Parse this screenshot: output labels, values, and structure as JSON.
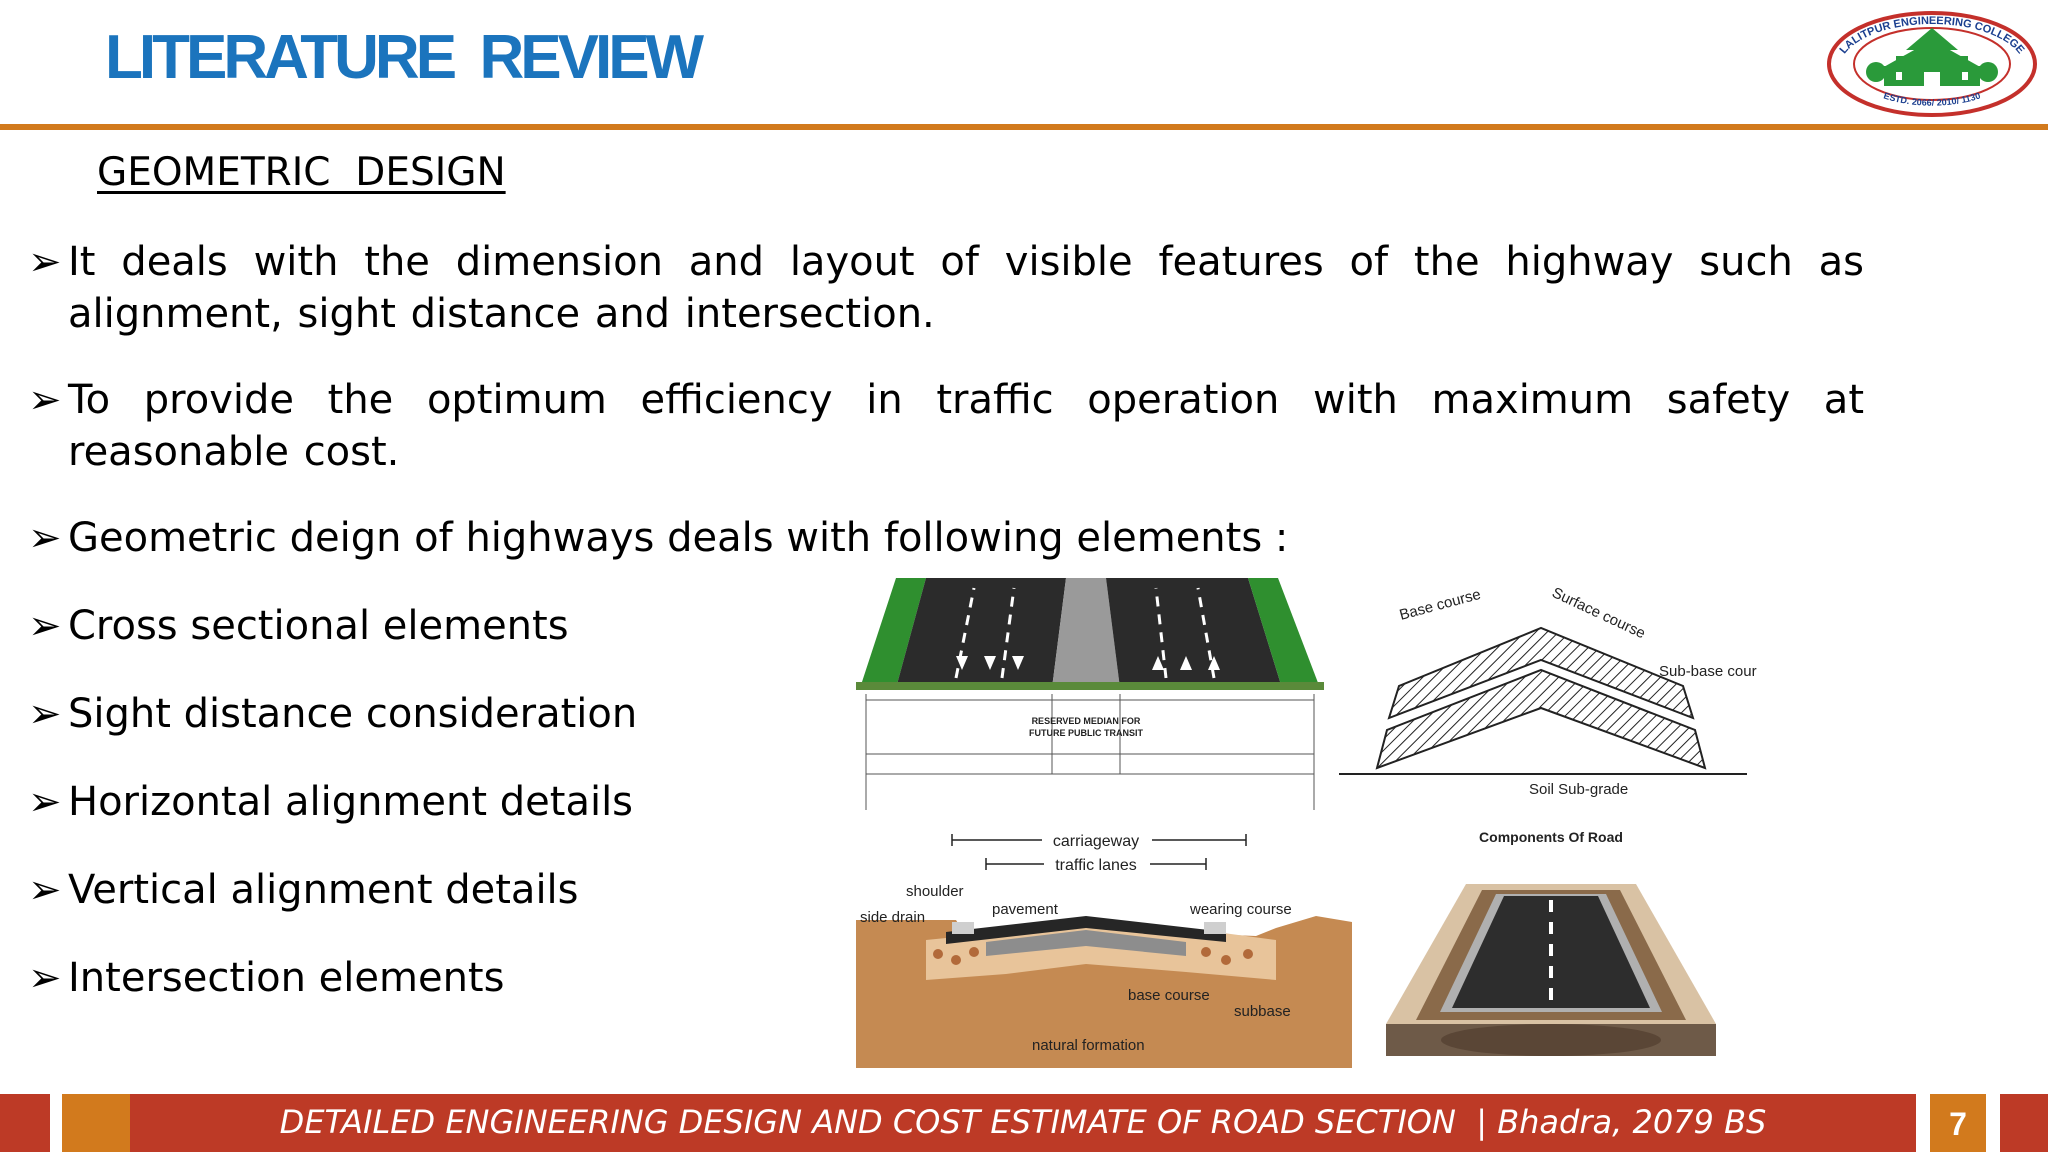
{
  "header": {
    "title": "LITERATURE  REVIEW",
    "logo": {
      "ring_text": "LALITPUR ENGINEERING COLLEGE",
      "established": "ESTD. 2066/ 2010/ 1130",
      "colors": {
        "ring": "#c4302b",
        "building": "#2a9a3a",
        "text": "#1b3f8f"
      }
    }
  },
  "section": {
    "heading": "GEOMETRIC  DESIGN",
    "bullets": [
      "It deals with the dimension and layout of visible features of the highway such as alignment, sight distance and intersection.",
      "To provide the optimum efficiency in traffic operation with maximum safety at reasonable cost.",
      "Geometric deign of highways deals with following elements  :",
      "Cross sectional elements",
      "Sight distance consideration",
      "Horizontal alignment details",
      "Vertical alignment details",
      "Intersection elements"
    ],
    "bullet_icon": "arrowhead-bullet-icon"
  },
  "figures": {
    "cross_section": {
      "labels": [
        "RESERVED MEDIAN FOR",
        "FUTURE PUBLIC TRANSIT"
      ]
    },
    "pavement_layers": {
      "labels": [
        "Base course",
        "Surface course",
        "Sub-base course",
        "Soil Sub-grade"
      ]
    },
    "road_profile": {
      "labels": [
        "carriageway",
        "traffic lanes",
        "shoulder",
        "side drain",
        "pavement",
        "wearing course",
        "base course",
        "subbase",
        "natural formation"
      ]
    },
    "components": {
      "title": "Components Of Road"
    }
  },
  "footer": {
    "text": "DETAILED ENGINEERING DESIGN AND COST ESTIMATE OF ROAD SECTION  | Bhadra, 2079 BS",
    "page_number": "7",
    "colors": {
      "red": "#bd3a26",
      "orange": "#d27a1d"
    }
  },
  "colors": {
    "title": "#1b74bd",
    "rule": "#d27a1d"
  }
}
